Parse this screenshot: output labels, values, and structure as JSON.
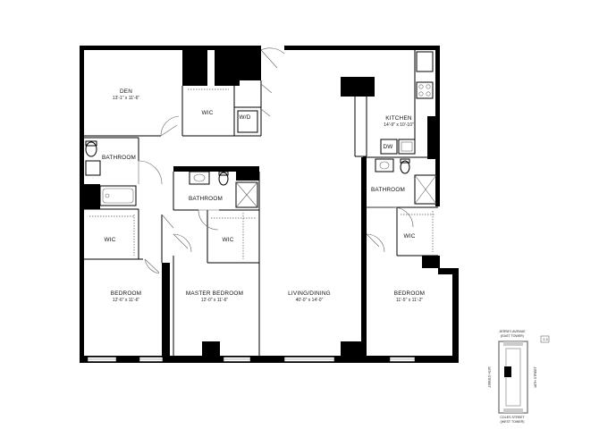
{
  "rooms": {
    "den": {
      "name": "DEN",
      "dims": "13'-1\" x 11'-6\""
    },
    "wic_den": {
      "name": "WIC"
    },
    "wd": {
      "name": "W/D"
    },
    "kitchen": {
      "name": "KITCHEN",
      "dims": "14'-9\" x 10'-10\""
    },
    "dw": {
      "name": "DW"
    },
    "bath_left": {
      "name": "BATHROOM"
    },
    "bath_master": {
      "name": "BATHROOM"
    },
    "bath_right": {
      "name": "BATHROOM"
    },
    "wic_left": {
      "name": "WIC"
    },
    "wic_master": {
      "name": "WIC"
    },
    "wic_right": {
      "name": "WIC"
    },
    "bedroom_left": {
      "name": "BEDROOM",
      "dims": "12'-6\" x 11'-6\""
    },
    "master_bedroom": {
      "name": "MASTER BEDROOM",
      "dims": "12'-0\" x 11'-6\""
    },
    "living": {
      "name": "LIVING/DINING",
      "dims": "40'-0\" x 14'-0\""
    },
    "bedroom_right": {
      "name": "BEDROOM",
      "dims": "11'-5\" x 11'-2\""
    }
  },
  "key_plan": {
    "north_street_1": "JERSEY AVENUE",
    "north_street_2": "(EAST TOWER)",
    "south_street_1": "COLES STREET",
    "south_street_2": "(WEST TOWER)",
    "west_street": "16TH STREET",
    "east_street": "18TH STREET",
    "floor_label": "2-3"
  },
  "colors": {
    "wall": "#000000",
    "window": "#ffffff",
    "background": "#ffffff"
  }
}
